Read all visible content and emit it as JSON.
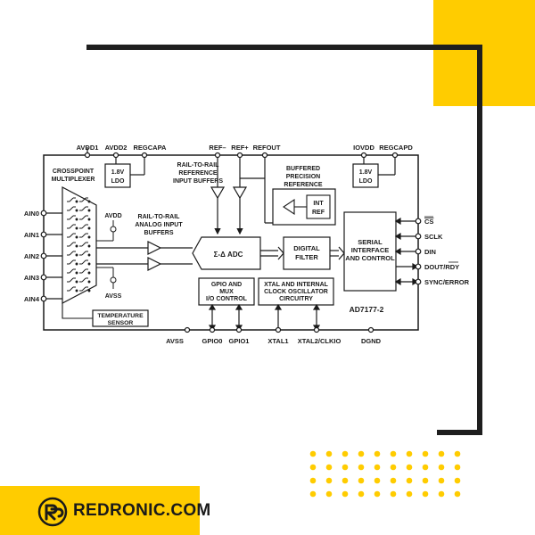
{
  "colors": {
    "accent_yellow": "#ffcc00",
    "frame_dark": "#1e1e1e",
    "ink": "#1a1a1a"
  },
  "brand": {
    "name": "REDRONIC.COM",
    "logo_icon": "redronic-logo-icon"
  },
  "diagram": {
    "top_pins": {
      "avdd1": "AVDD1",
      "avdd2": "AVDD2",
      "regcapa": "REGCAPA",
      "ref_minus": "REF–",
      "ref_plus": "REF+",
      "refout": "REFOUT",
      "iovdd": "IOVDD",
      "regcapd": "REGCAPD"
    },
    "bottom_pins": {
      "avss": "AVSS",
      "gpio0": "GPIO0",
      "gpio1": "GPIO1",
      "xtal1": "XTAL1",
      "xtal2": "XTAL2/CLKIO",
      "dgnd": "DGND"
    },
    "analog_inputs": [
      "AIN0",
      "AIN1",
      "AIN2",
      "AIN3",
      "AIN4"
    ],
    "serial_pins": {
      "cs": "CS",
      "sclk": "SCLK",
      "din": "DIN",
      "dout_rdy": "DOUT/RDY",
      "sync_error": "SYNC/ERROR"
    },
    "blocks": {
      "ldo_analog": {
        "line1": "1.8V",
        "line2": "LDO"
      },
      "ldo_digital": {
        "line1": "1.8V",
        "line2": "LDO"
      },
      "crosspoint": {
        "line1": "CROSSPOINT",
        "line2": "MULTIPLEXER"
      },
      "ref_buffers": {
        "line1": "RAIL-TO-RAIL",
        "line2": "REFERENCE",
        "line3": "INPUT BUFFERS"
      },
      "buffered_ref": {
        "line1": "BUFFERED",
        "line2": "PRECISION",
        "line3": "REFERENCE"
      },
      "int_ref": {
        "line1": "INT",
        "line2": "REF"
      },
      "analog_buffers": {
        "line1": "RAIL-TO-RAIL",
        "line2": "ANALOG INPUT",
        "line3": "BUFFERS"
      },
      "adc": {
        "label": "Σ-Δ ADC"
      },
      "digital_filter": {
        "line1": "DIGITAL",
        "line2": "FILTER"
      },
      "serial_interface": {
        "line1": "SERIAL",
        "line2": "INTERFACE",
        "line3": "AND CONTROL"
      },
      "gpio_block": {
        "line1": "GPIO AND",
        "line2": "MUX",
        "line3": "I/O CONTROL"
      },
      "xtal_block": {
        "line1": "XTAL AND INTERNAL",
        "line2": "CLOCK OSCILLATOR",
        "line3": "CIRCUITRY"
      },
      "temp_sensor": {
        "line1": "TEMPERATURE",
        "line2": "SENSOR"
      }
    },
    "mux_supply": {
      "avdd": "AVDD",
      "avss": "AVSS"
    },
    "part_number": "AD7177-2"
  }
}
